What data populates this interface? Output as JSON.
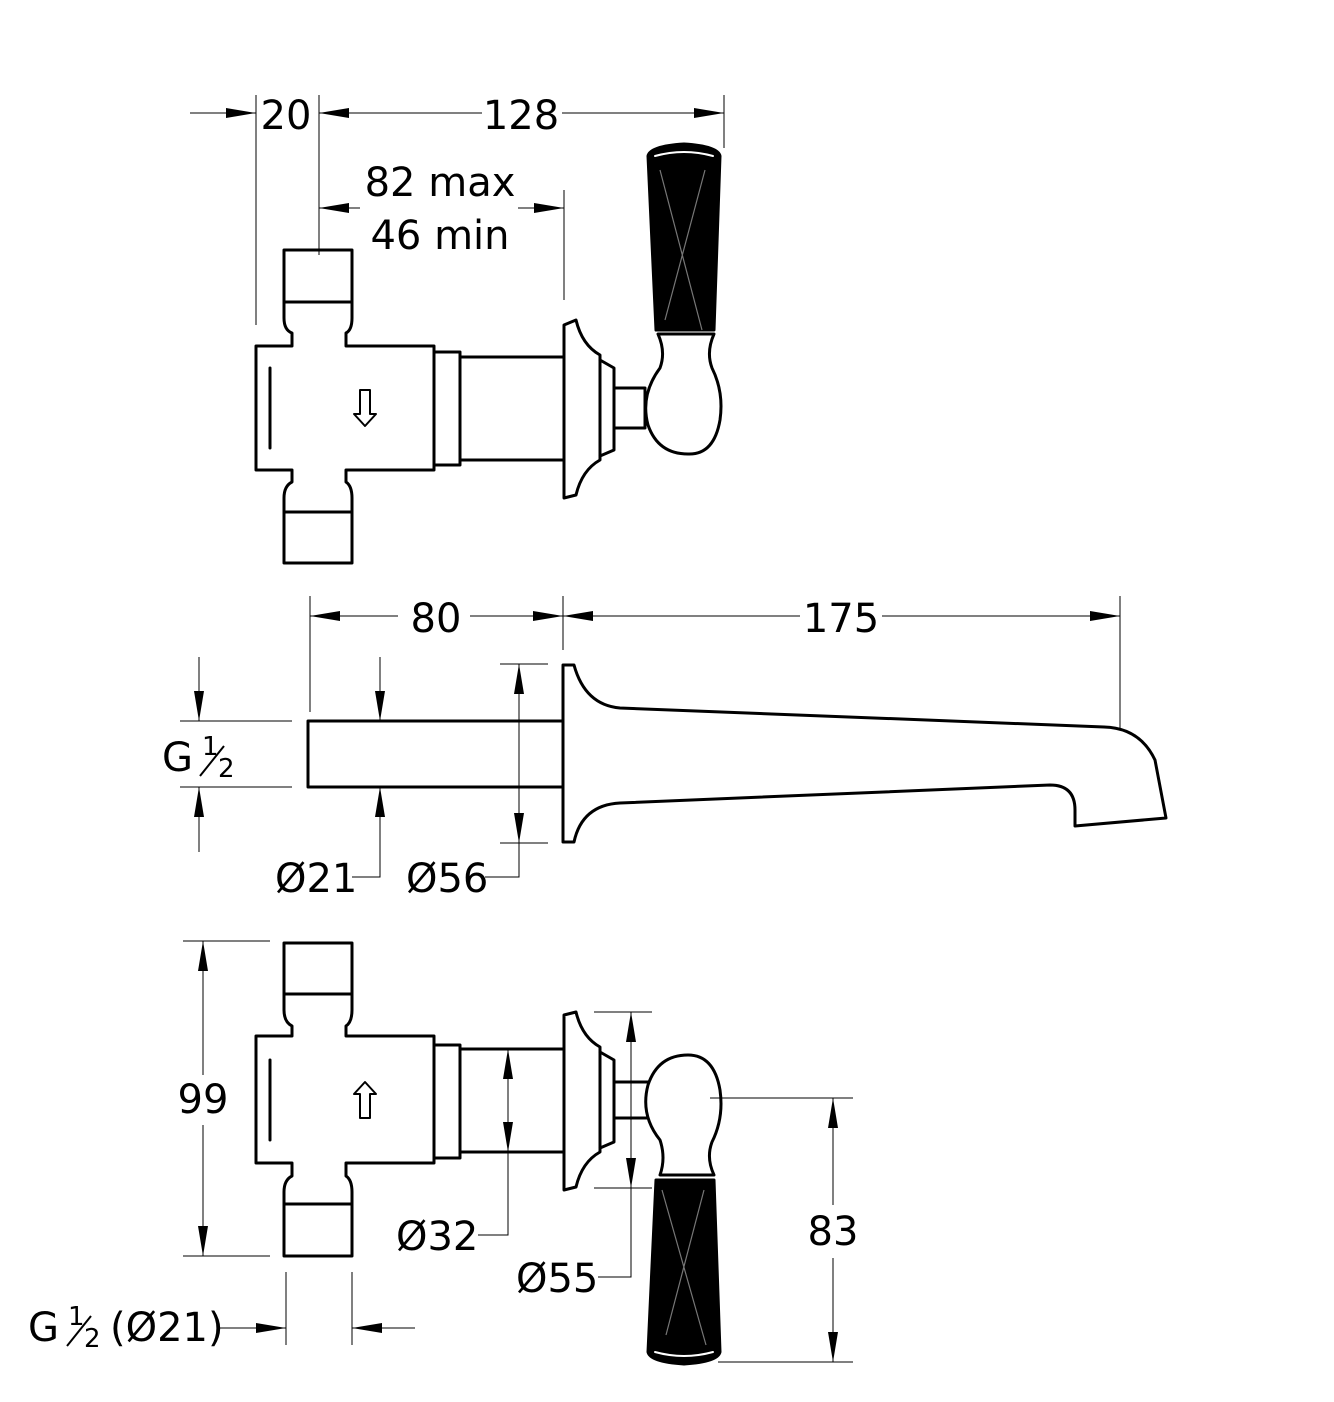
{
  "dims": {
    "d20": "20",
    "d128": "128",
    "d82max": "82 max",
    "d46min": "46 min",
    "d80": "80",
    "d175": "175",
    "g_label": "G",
    "half_num": "1",
    "half_den": "2",
    "d21": "Ø21",
    "d56": "Ø56",
    "d99": "99",
    "d32": "Ø32",
    "d55": "Ø55",
    "d83": "83",
    "bottom_g_prefix": "G",
    "bottom_g_suffix": "(Ø21)"
  }
}
